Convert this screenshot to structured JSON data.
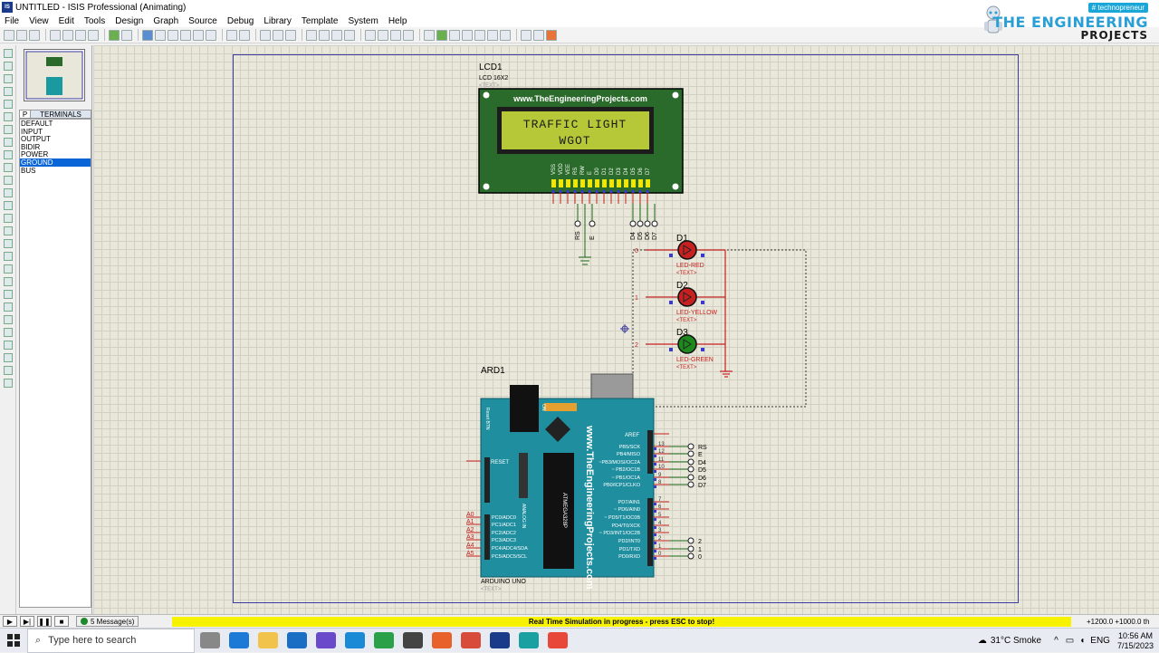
{
  "window": {
    "title": "UNTITLED - ISIS Professional (Animating)",
    "app_icon": "isis-icon"
  },
  "menu": [
    "File",
    "View",
    "Edit",
    "Tools",
    "Design",
    "Graph",
    "Source",
    "Debug",
    "Library",
    "Template",
    "System",
    "Help"
  ],
  "brand": {
    "tag": "# technopreneur",
    "line1": "THE ENGINEERING",
    "line2": "PROJECTS"
  },
  "device_panel": {
    "mode_label": "P",
    "header": "TERMINALS",
    "items": [
      "DEFAULT",
      "INPUT",
      "OUTPUT",
      "BIDIR",
      "POWER",
      "GROUND",
      "BUS"
    ],
    "selected": "GROUND"
  },
  "schematic": {
    "lcd": {
      "ref": "LCD1",
      "part": "LCD 16X2",
      "text_tag": "<TEXT>",
      "banner": "www.TheEngineeringProjects.com",
      "line1": "TRAFFIC LIGHT",
      "line2": "WGOT",
      "pins": [
        "VSS",
        "VDD",
        "VEE",
        "RS",
        "RW",
        "E",
        "D0",
        "D1",
        "D2",
        "D3",
        "D4",
        "D5",
        "D6",
        "D7"
      ],
      "net_left": [
        "RS",
        "E"
      ],
      "net_right": [
        "D4",
        "D5",
        "D6",
        "D7"
      ]
    },
    "leds": [
      {
        "ref": "D1",
        "part": "LED-RED",
        "text_tag": "<TEXT>",
        "net": "0",
        "color": "#c62020"
      },
      {
        "ref": "D2",
        "part": "LED-YELLOW",
        "text_tag": "<TEXT>",
        "net": "1",
        "color": "#c62020"
      },
      {
        "ref": "D3",
        "part": "LED-GREEN",
        "text_tag": "<TEXT>",
        "net": "2",
        "color": "#1e8a1e"
      }
    ],
    "arduino": {
      "ref": "ARD1",
      "part": "ARDUINO UNO",
      "text_tag": "<TEXT>",
      "board_text": "www.TheEngineeringProjects.com",
      "aref": "AREF",
      "reset": "RESET",
      "reset_btn": "Reset BTN",
      "on": "ON",
      "analog_in": "ANALOG IN",
      "digital_labels": [
        "PB5/SCK",
        "PB4/MISO",
        "~PB3/MOSI/OC2A",
        "~ PB2/OC1B",
        "~ PB1/OC1A",
        "PB0/ICP1/CLKO",
        "PD7/AIN1",
        "~ PD6/AIN0",
        "~ PD5/T1/OC0B",
        "PD4/T0/XCK",
        "~ PD3/INT1/OC2B",
        "PD2/INT0",
        "PD1/TXD",
        "PD0/RXD"
      ],
      "digital_pins": [
        "13",
        "12",
        "11",
        "10",
        "9",
        "8",
        "7",
        "6",
        "5",
        "4",
        "3",
        "2",
        "1",
        "0"
      ],
      "digital_nets": [
        "RS",
        "E",
        "D4",
        "D5",
        "D6",
        "D7",
        "",
        "",
        "",
        "",
        "",
        "2",
        "1",
        "0"
      ],
      "analog_pins": [
        "A0",
        "A1",
        "A2",
        "A3",
        "A4",
        "A5"
      ],
      "analog_labels": [
        "PC0/ADC0",
        "PC1/ADC1",
        "PC2/ADC2",
        "PC3/ADC3",
        "PC4/ADC4/SDA",
        "PC5/ADC5/SCL"
      ],
      "chip_text": "ATMEGA328P"
    }
  },
  "status": {
    "messages": "5 Message(s)",
    "sim": "Real Time Simulation in progress - press ESC to stop!",
    "coords": "+1200.0  +1000.0   th"
  },
  "taskbar": {
    "search_placeholder": "Type here to search",
    "weather": "31°C  Smoke",
    "lang": "ENG",
    "time": "10:56 AM",
    "date": "7/15/2023"
  }
}
